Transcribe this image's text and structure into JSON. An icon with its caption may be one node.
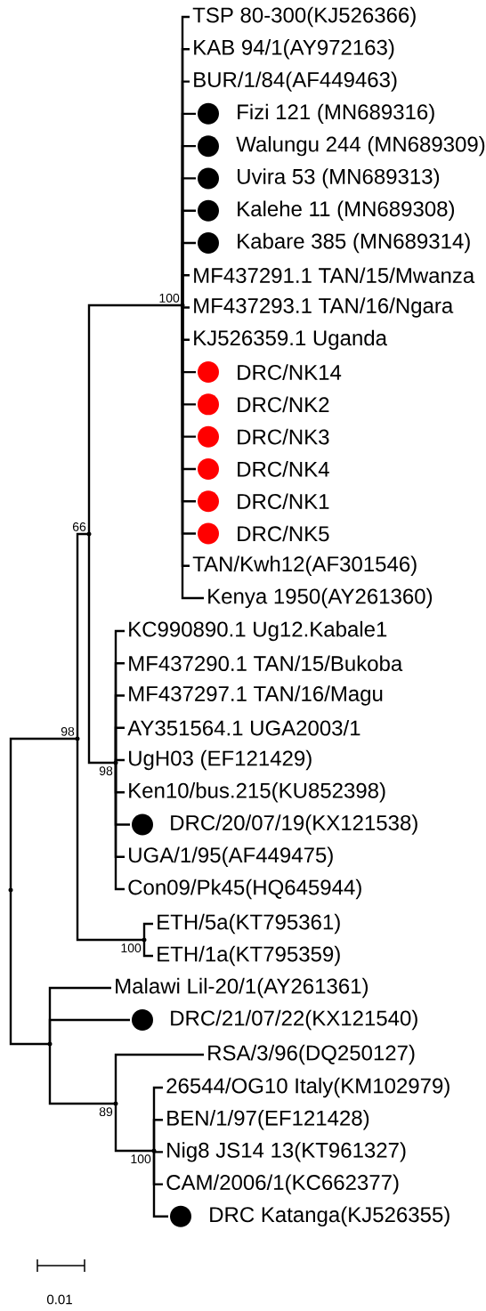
{
  "diagram": {
    "nodes": [
      {
        "text": [],
        "shape": "point"
      },
      {
        "text": [],
        "shape": "point",
        "beside": [
          "98"
        ]
      },
      {
        "text": [],
        "shape": "point",
        "beside": [
          "66"
        ]
      },
      {
        "text": [],
        "shape": "point",
        "beside": [
          "100"
        ]
      },
      {
        "text": [
          "TSP 80-300(KJ526366)"
        ]
      },
      {
        "text": [
          "KAB 94/1(AY972163)"
        ]
      },
      {
        "text": [
          "BUR/1/84(AF449463)"
        ]
      },
      {
        "text": [
          "Fizi 121 (MN689316)"
        ]
      },
      {
        "text": [
          "Walungu 244 (MN689309)"
        ]
      },
      {
        "text": [
          "Uvira 53 (MN689313)"
        ]
      },
      {
        "text": [
          "Kalehe 11 (MN689308)"
        ]
      },
      {
        "text": [
          "Kabare 385 (MN689314)"
        ]
      },
      {
        "text": [
          "MF437291.1 TAN/15/Mwanza"
        ]
      },
      {
        "text": [
          "MF437293.1 TAN/16/Ngara"
        ]
      },
      {
        "text": [
          "KJ526359.1 Uganda"
        ]
      },
      {
        "text": [
          "DRC/NK14"
        ]
      },
      {
        "text": [
          "DRC/NK2"
        ]
      },
      {
        "text": [
          "DRC/NK3"
        ]
      },
      {
        "text": [
          "DRC/NK4"
        ]
      },
      {
        "text": [
          "DRC/NK1"
        ]
      },
      {
        "text": [
          "DRC/NK5"
        ]
      },
      {
        "text": [
          "TAN/Kwh12(AF301546)"
        ]
      },
      {
        "text": [
          "Kenya 1950(AY261360)"
        ]
      },
      {
        "text": [],
        "shape": "point",
        "beside": [
          "98"
        ]
      },
      {
        "text": [
          "KC990890.1 Ug12.Kabale1"
        ]
      },
      {
        "text": [
          "MF437290.1 TAN/15/Bukoba"
        ]
      },
      {
        "text": [
          "MF437297.1 TAN/16/Magu"
        ]
      },
      {
        "text": [
          "AY351564.1 UGA2003/1"
        ]
      },
      {
        "text": [
          "UgH03 (EF121429)"
        ]
      },
      {
        "text": [
          "Ken10/bus.215(KU852398)"
        ]
      },
      {
        "text": [
          "DRC/20/07/19(KX121538)"
        ]
      },
      {
        "text": [
          "UGA/1/95(AF449475)"
        ]
      },
      {
        "text": [
          "Con09/Pk45(HQ645944)"
        ]
      },
      {
        "text": [],
        "shape": "point",
        "beside": [
          "100"
        ]
      },
      {
        "text": [
          "ETH/5a(KT795361)"
        ]
      },
      {
        "text": [
          "ETH/1a(KT795359)"
        ]
      },
      {
        "text": [],
        "shape": "point"
      },
      {
        "text": [
          "Malawi Lil-20/1(AY261361)"
        ]
      },
      {
        "text": [
          "DRC/21/07/22(KX121540)"
        ]
      },
      {
        "text": [],
        "shape": "point",
        "beside": [
          "89"
        ]
      },
      {
        "text": [
          "RSA/3/96(DQ250127)"
        ]
      },
      {
        "text": [],
        "shape": "point",
        "beside": [
          "100"
        ]
      },
      {
        "text": [
          "26544/OG10 Italy(KM102979)"
        ]
      },
      {
        "text": [
          "BEN/1/97(EF121428)"
        ]
      },
      {
        "text": [
          "Nig8 JS14 13(KT961327)"
        ]
      },
      {
        "text": [
          "CAM/2006/1(KC662377)"
        ]
      },
      {
        "text": [
          "DRC Katanga(KJ526355)"
        ]
      }
    ],
    "edges": [
      {
        "from": 0,
        "to": 1,
        "arrow": "none"
      },
      {
        "from": 1,
        "to": 2,
        "arrow": "none"
      },
      {
        "from": 2,
        "to": 3,
        "arrow": "none"
      },
      {
        "from": 3,
        "to": 4,
        "arrow": "none"
      },
      {
        "from": 3,
        "to": 5,
        "arrow": "none"
      },
      {
        "from": 3,
        "to": 6,
        "arrow": "none"
      },
      {
        "from": 3,
        "to": 7,
        "arrow": "none"
      },
      {
        "from": 3,
        "to": 8,
        "arrow": "none"
      },
      {
        "from": 3,
        "to": 9,
        "arrow": "none"
      },
      {
        "from": 3,
        "to": 10,
        "arrow": "none"
      },
      {
        "from": 3,
        "to": 11,
        "arrow": "none"
      },
      {
        "from": 3,
        "to": 12,
        "arrow": "none"
      },
      {
        "from": 3,
        "to": 13,
        "arrow": "none"
      },
      {
        "from": 3,
        "to": 14,
        "arrow": "none"
      },
      {
        "from": 3,
        "to": 15,
        "arrow": "none"
      },
      {
        "from": 3,
        "to": 16,
        "arrow": "none"
      },
      {
        "from": 3,
        "to": 17,
        "arrow": "none"
      },
      {
        "from": 3,
        "to": 18,
        "arrow": "none"
      },
      {
        "from": 3,
        "to": 19,
        "arrow": "none"
      },
      {
        "from": 3,
        "to": 20,
        "arrow": "none"
      },
      {
        "from": 3,
        "to": 21,
        "arrow": "none"
      },
      {
        "from": 3,
        "to": 22,
        "arrow": "none"
      },
      {
        "from": 2,
        "to": 23,
        "arrow": "none"
      },
      {
        "from": 23,
        "to": 24,
        "arrow": "none"
      },
      {
        "from": 23,
        "to": 25,
        "arrow": "none"
      },
      {
        "from": 23,
        "to": 26,
        "arrow": "none"
      },
      {
        "from": 23,
        "to": 27,
        "arrow": "none"
      },
      {
        "from": 23,
        "to": 28,
        "arrow": "none"
      },
      {
        "from": 23,
        "to": 29,
        "arrow": "none"
      },
      {
        "from": 23,
        "to": 30,
        "arrow": "none"
      },
      {
        "from": 23,
        "to": 31,
        "arrow": "none"
      },
      {
        "from": 23,
        "to": 32,
        "arrow": "none"
      },
      {
        "from": 1,
        "to": 33,
        "arrow": "none"
      },
      {
        "from": 33,
        "to": 34,
        "arrow": "none"
      },
      {
        "from": 33,
        "to": 35,
        "arrow": "none"
      },
      {
        "from": 0,
        "to": 36,
        "arrow": "none"
      },
      {
        "from": 36,
        "to": 37,
        "arrow": "none"
      },
      {
        "from": 36,
        "to": 38,
        "arrow": "none"
      },
      {
        "from": 36,
        "to": 39,
        "arrow": "none"
      },
      {
        "from": 39,
        "to": 40,
        "arrow": "none"
      },
      {
        "from": 39,
        "to": 41,
        "arrow": "none"
      },
      {
        "from": 41,
        "to": 42,
        "arrow": "none"
      },
      {
        "from": 41,
        "to": 43,
        "arrow": "none"
      },
      {
        "from": 41,
        "to": 44,
        "arrow": "none"
      },
      {
        "from": 41,
        "to": 45,
        "arrow": "none"
      },
      {
        "from": 41,
        "to": 46,
        "arrow": "none"
      }
    ],
    "labels": [
      "0.01"
    ]
  }
}
